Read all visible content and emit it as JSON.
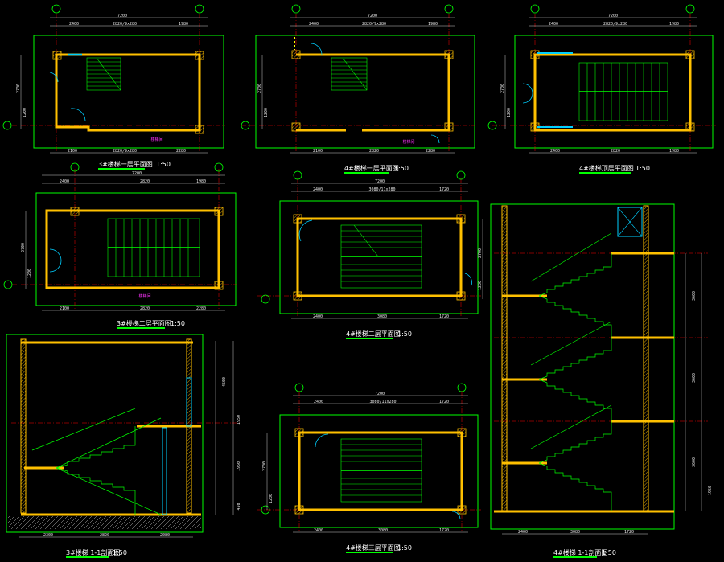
{
  "drawing": {
    "panels": [
      {
        "id": "p1",
        "title": "3#楼梯一层平面图",
        "scale": "1:50",
        "dims_top": [
          "7200",
          "2400",
          "2820/9x280",
          "1980"
        ],
        "dims_bottom": [
          "2100",
          "2820/9x280",
          "2280"
        ],
        "dims_left": [
          "2700",
          "1200"
        ],
        "room_label": "楼梯间"
      },
      {
        "id": "p2",
        "title": "4#楼梯一层平面图",
        "scale": "1:50",
        "dims_top": [
          "7200",
          "2400",
          "2820/9x280",
          "1980"
        ],
        "dims_bottom": [
          "2100",
          "2820",
          "2280"
        ],
        "dims_left": [
          "2700",
          "1200"
        ],
        "room_label": "楼梯间"
      },
      {
        "id": "p3",
        "title": "4#楼梯顶层平面图",
        "scale": "1:50",
        "dims_top": [
          "7200",
          "2400",
          "2820/9x280",
          "1980"
        ],
        "dims_bottom": [
          "2400",
          "2820",
          "1980"
        ],
        "dims_left": [
          "2700",
          "1200"
        ]
      },
      {
        "id": "p4",
        "title": "3#楼梯二层平面图",
        "scale": "1:50",
        "dims_top": [
          "7200",
          "2400",
          "2820",
          "1980"
        ],
        "dims_bottom": [
          "2100",
          "2820",
          "2280"
        ],
        "dims_left": [
          "2700",
          "1200"
        ],
        "room_label": "楼梯间"
      },
      {
        "id": "p5",
        "title": "4#楼梯二层平面图",
        "scale": "1:50",
        "dims_top": [
          "7200",
          "2400",
          "3080/11x280",
          "1720"
        ],
        "dims_bottom": [
          "2400",
          "3080",
          "1720"
        ],
        "dims_left": [
          "2700",
          "1200"
        ]
      },
      {
        "id": "p6",
        "title": "3#楼梯 1-1剖面图",
        "scale": "1:50",
        "dims_vertical": [
          "4500",
          "1950",
          "1950",
          "450"
        ],
        "dims_bottom": [
          "2300",
          "2820",
          "2080"
        ]
      },
      {
        "id": "p7",
        "title": "4#楼梯三层平面图",
        "scale": "1:50",
        "dims_top": [
          "7200",
          "2400",
          "3080/11x280",
          "1720"
        ],
        "dims_bottom": [
          "2400",
          "3080",
          "1720"
        ],
        "dims_left": [
          "2700",
          "1200"
        ]
      },
      {
        "id": "p8",
        "title": "4#楼梯 1-1剖面图",
        "scale": "1:50",
        "dims_vertical": [
          "3600",
          "3600",
          "3600",
          "1950"
        ],
        "dims_bottom": [
          "2400",
          "3080",
          "1720"
        ]
      }
    ]
  },
  "colors": {
    "background": "#000000",
    "frame": "#00ff00",
    "wall": "#ffc000",
    "stair": "#00ff00",
    "door": "#00cfff",
    "axis": "#ff0000",
    "dimension": "#ffffff",
    "label": "#ff33ff"
  }
}
